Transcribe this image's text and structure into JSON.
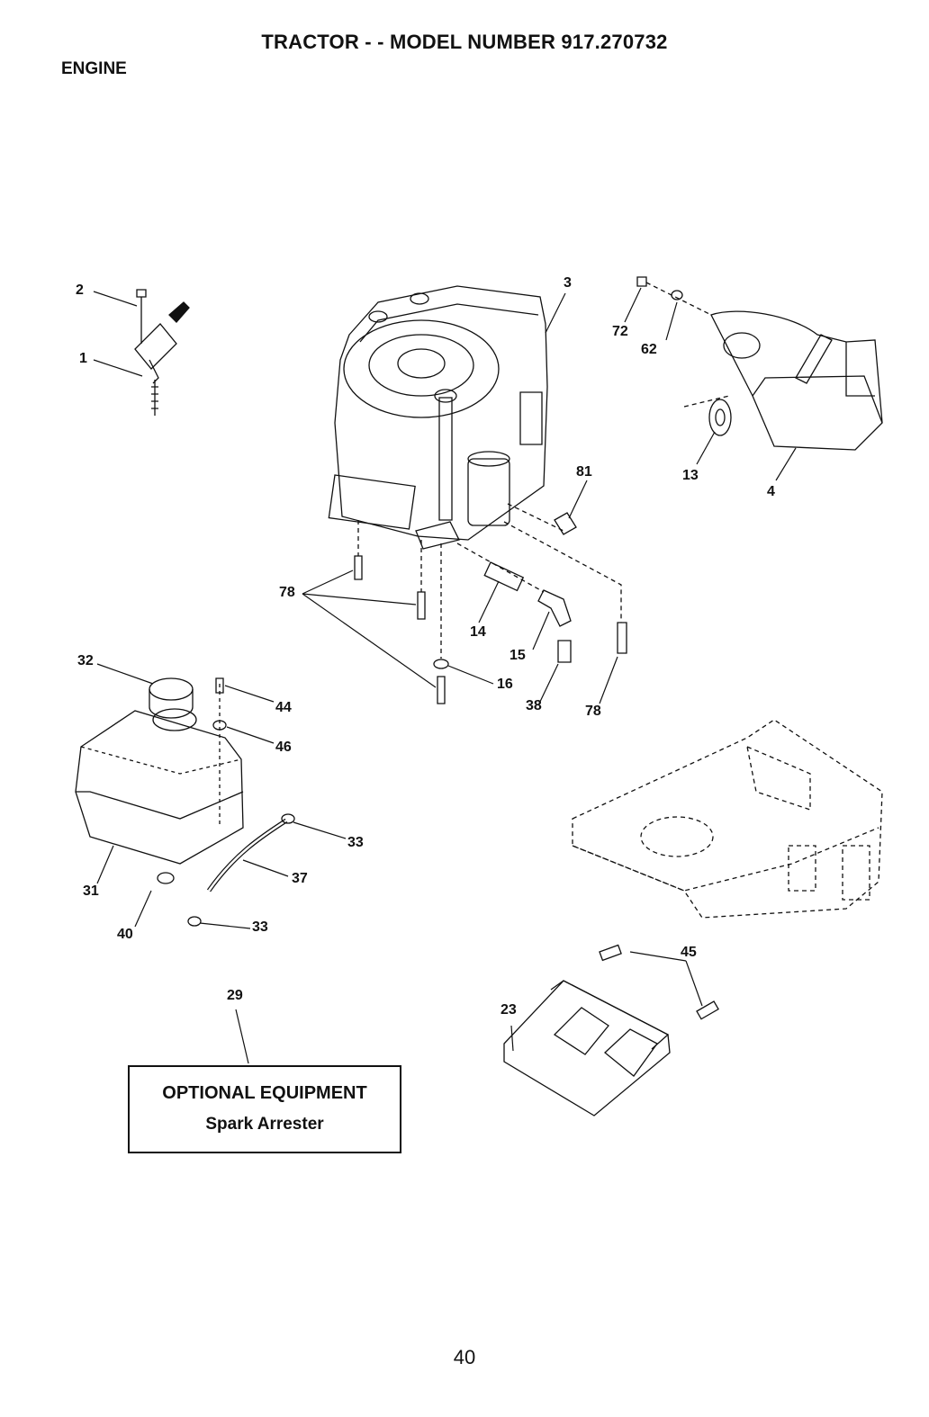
{
  "header": {
    "title": "TRACTOR - - MODEL NUMBER 917.270732",
    "section": "ENGINE"
  },
  "callouts": [
    {
      "id": "c2",
      "text": "2"
    },
    {
      "id": "c1",
      "text": "1"
    },
    {
      "id": "c3",
      "text": "3"
    },
    {
      "id": "c72",
      "text": "72"
    },
    {
      "id": "c62",
      "text": "62"
    },
    {
      "id": "c13",
      "text": "13"
    },
    {
      "id": "c4",
      "text": "4"
    },
    {
      "id": "c81",
      "text": "81"
    },
    {
      "id": "c78a",
      "text": "78"
    },
    {
      "id": "c14",
      "text": "14"
    },
    {
      "id": "c15",
      "text": "15"
    },
    {
      "id": "c16",
      "text": "16"
    },
    {
      "id": "c38",
      "text": "38"
    },
    {
      "id": "c78b",
      "text": "78"
    },
    {
      "id": "c32",
      "text": "32"
    },
    {
      "id": "c44",
      "text": "44"
    },
    {
      "id": "c46",
      "text": "46"
    },
    {
      "id": "c33a",
      "text": "33"
    },
    {
      "id": "c37",
      "text": "37"
    },
    {
      "id": "c31",
      "text": "31"
    },
    {
      "id": "c40",
      "text": "40"
    },
    {
      "id": "c33b",
      "text": "33"
    },
    {
      "id": "c29",
      "text": "29"
    },
    {
      "id": "c45",
      "text": "45"
    },
    {
      "id": "c23",
      "text": "23"
    }
  ],
  "optional_box": {
    "heading": "OPTIONAL EQUIPMENT",
    "item": "Spark Arrester"
  },
  "footer": {
    "page_number": "40"
  }
}
